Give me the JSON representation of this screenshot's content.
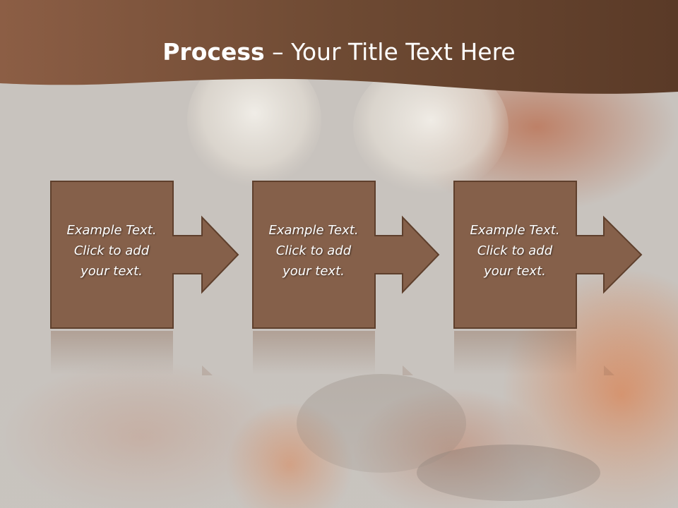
{
  "slide": {
    "title_bold": "Process",
    "title_rest": " – Your Title Text Here"
  },
  "steps": [
    {
      "line1": "Example Text.",
      "line2": "Click  to add",
      "line3": "your text."
    },
    {
      "line1": "Example Text.",
      "line2": "Click  to add",
      "line3": "your text."
    },
    {
      "line1": "Example Text.",
      "line2": "Click  to add",
      "line3": "your text."
    }
  ],
  "colors": {
    "header_brown": "#6e4a33",
    "box_fill": "#85604a",
    "box_border": "#5e3f2c"
  }
}
